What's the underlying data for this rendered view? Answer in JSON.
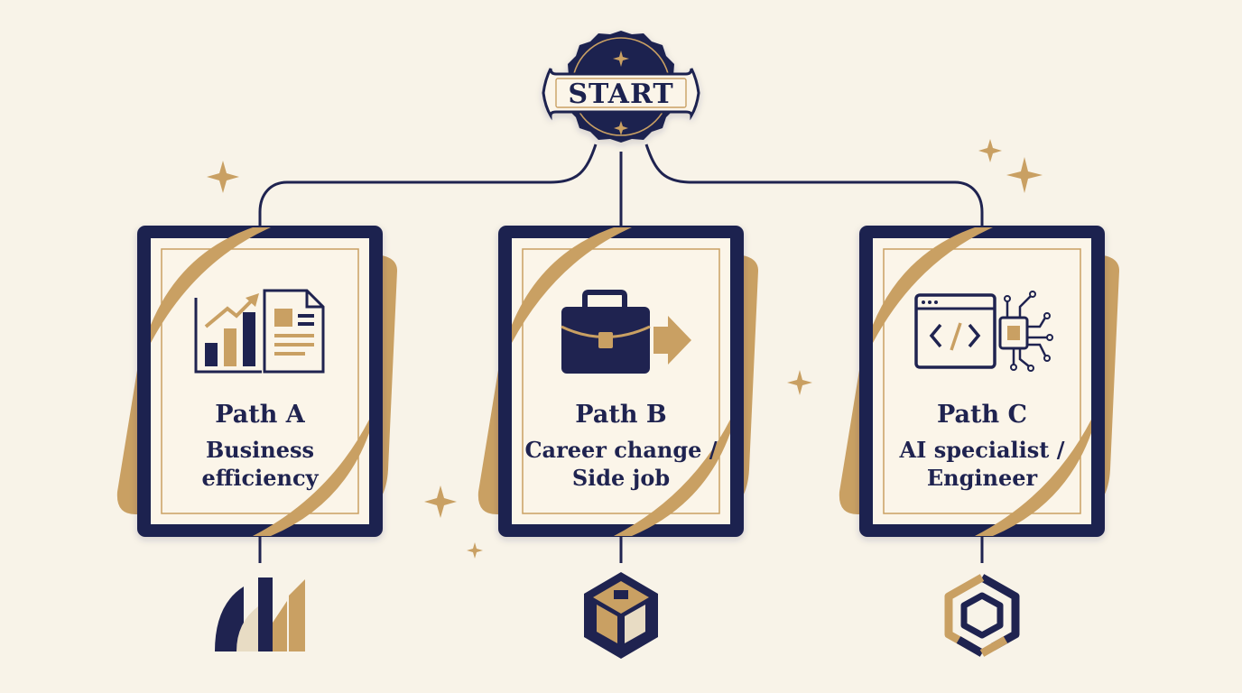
{
  "start": {
    "label": "START"
  },
  "paths": [
    {
      "title": "Path A",
      "subtitle_lines": [
        "Business",
        "efficiency"
      ],
      "icon": "bar-chart-document-icon",
      "logo": "stepped-bars-logo-icon"
    },
    {
      "title": "Path B",
      "subtitle_lines": [
        "Career change /",
        "Side job"
      ],
      "icon": "briefcase-arrow-icon",
      "logo": "hexagon-box-logo-icon"
    },
    {
      "title": "Path C",
      "subtitle_lines": [
        "AI specialist /",
        "Engineer"
      ],
      "icon": "code-window-chip-icon",
      "logo": "interlocking-hexagon-logo-icon"
    }
  ],
  "colors": {
    "background": "#f8f3e8",
    "navy": "#1f2350",
    "gold": "#c9a063",
    "cream": "#fbf5e9"
  }
}
